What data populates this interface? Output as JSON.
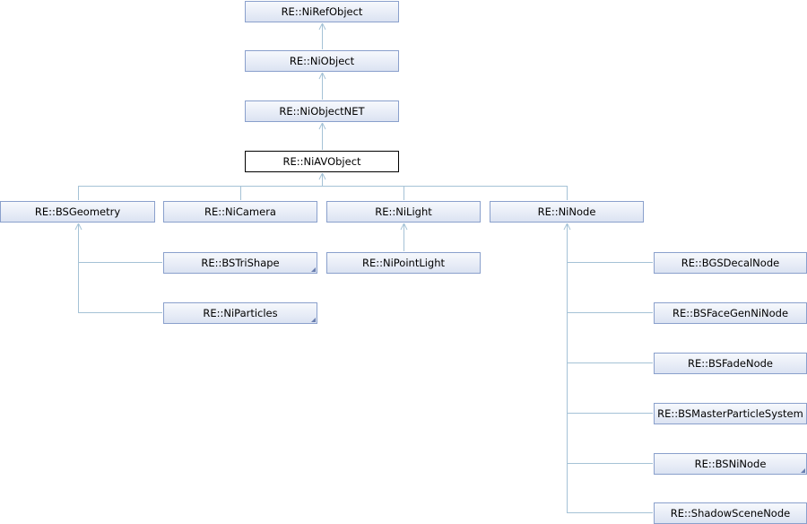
{
  "colors": {
    "edge": "#a5c2d6",
    "node_border": "#8aa0cc",
    "current_border": "#000000"
  },
  "nodes": {
    "ni_ref_object": {
      "label": "RE::NiRefObject"
    },
    "ni_object": {
      "label": "RE::NiObject"
    },
    "ni_object_net": {
      "label": "RE::NiObjectNET"
    },
    "ni_av_object": {
      "label": "RE::NiAVObject"
    },
    "bs_geometry": {
      "label": "RE::BSGeometry"
    },
    "ni_camera": {
      "label": "RE::NiCamera"
    },
    "ni_light": {
      "label": "RE::NiLight"
    },
    "ni_node": {
      "label": "RE::NiNode"
    },
    "bs_tri_shape": {
      "label": "RE::BSTriShape"
    },
    "ni_particles": {
      "label": "RE::NiParticles"
    },
    "ni_point_light": {
      "label": "RE::NiPointLight"
    },
    "bgs_decal_node": {
      "label": "RE::BGSDecalNode"
    },
    "bs_face_gen_ni_node": {
      "label": "RE::BSFaceGenNiNode"
    },
    "bs_fade_node": {
      "label": "RE::BSFadeNode"
    },
    "bs_master_particle_system": {
      "label": "RE::BSMasterParticleSystem"
    },
    "bs_ni_node": {
      "label": "RE::BSNiNode"
    },
    "shadow_scene_node": {
      "label": "RE::ShadowSceneNode"
    }
  }
}
